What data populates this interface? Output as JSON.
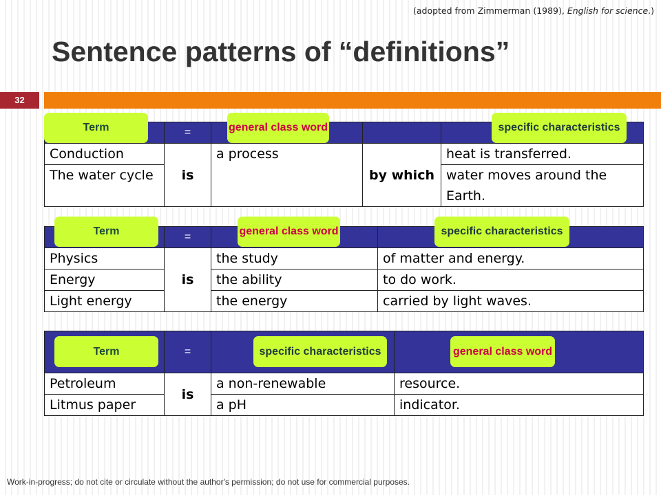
{
  "citation": {
    "prefix": "(adopted from Zimmerman (1989), ",
    "book": "English for science",
    "suffix": ".)"
  },
  "title": "Sentence patterns of “definitions”",
  "slide_number": "32",
  "labels": {
    "term": "Term",
    "equals": "=",
    "general_class_word": "general class word",
    "specific_characteristics": "specific characteristics"
  },
  "table1": {
    "verb": "is",
    "connector": "by which",
    "class": "a process",
    "rows": [
      {
        "term": "Conduction",
        "spec": "heat is transferred."
      },
      {
        "term": "The water cycle",
        "spec": "water moves around the Earth."
      }
    ]
  },
  "table2": {
    "verb": "is",
    "rows": [
      {
        "term": "Physics",
        "class": "the study",
        "spec": "of matter and energy."
      },
      {
        "term": "Energy",
        "class": "the ability",
        "spec": "to do work."
      },
      {
        "term": "Light energy",
        "class": "the energy",
        "spec": "carried by light waves."
      }
    ]
  },
  "table3": {
    "verb": "is",
    "rows": [
      {
        "term": "Petroleum",
        "spec": "a non-renewable",
        "class": "resource."
      },
      {
        "term": "Litmus paper",
        "spec": "a pH",
        "class": "indicator."
      }
    ]
  },
  "footer": "Work-in-progress; do not cite or circulate without the author's permission; do not use for commercial purposes.",
  "colors": {
    "header": "#333399",
    "pill": "#ccff33",
    "orange": "#f07f0b",
    "badge": "#a8262f"
  }
}
